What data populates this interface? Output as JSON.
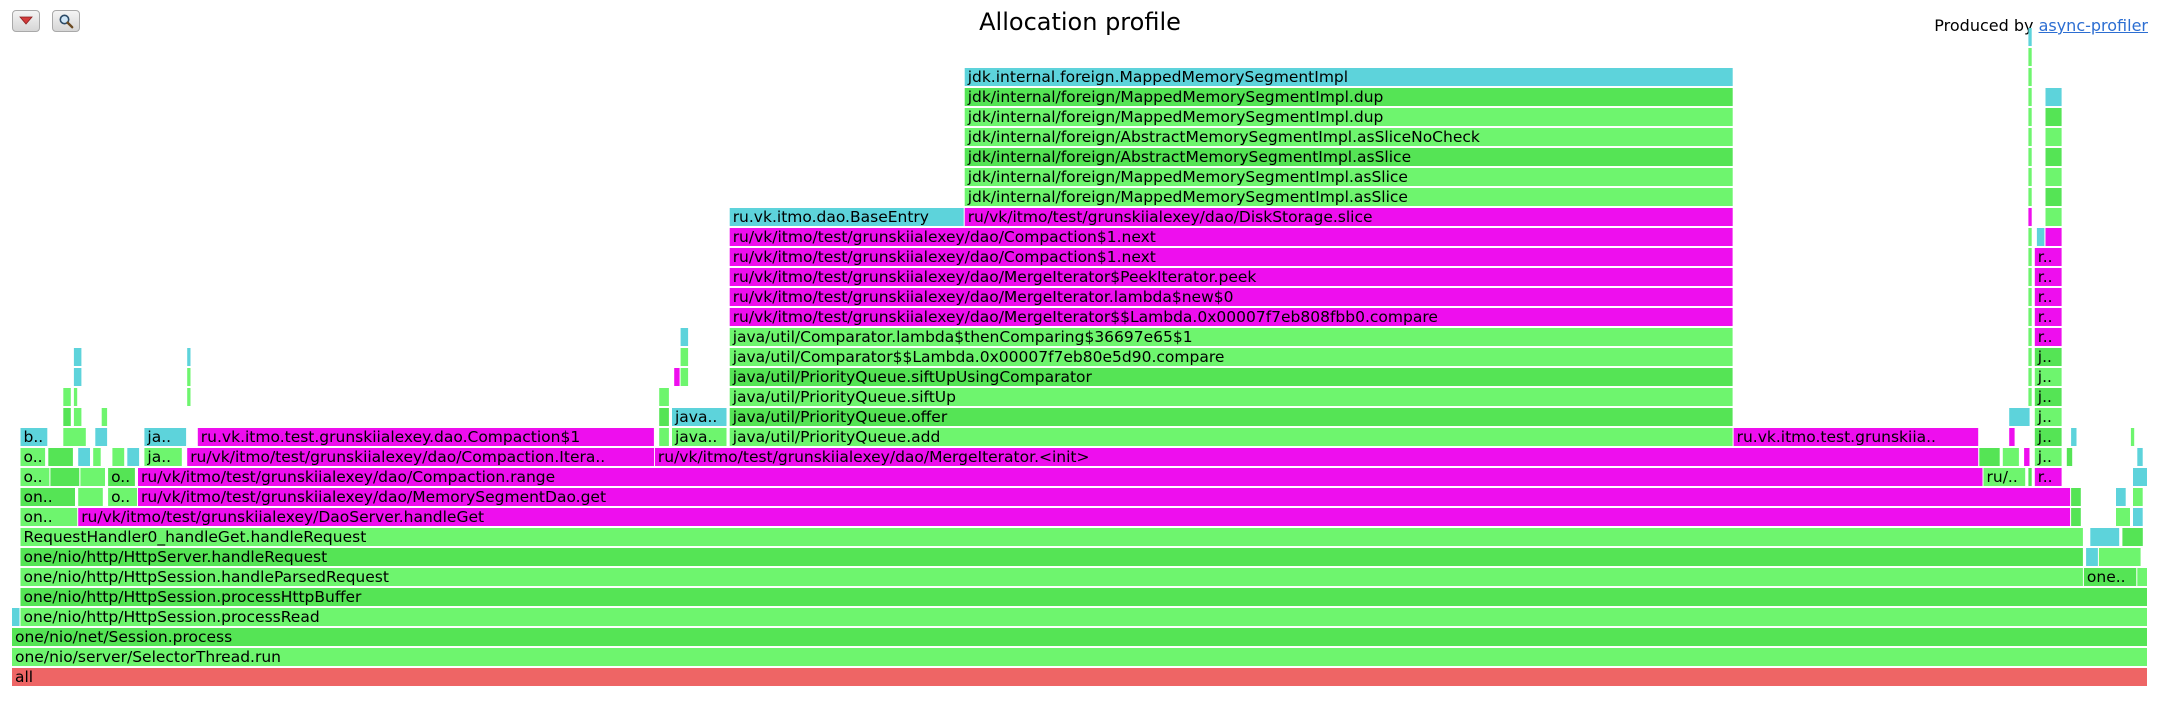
{
  "header": {
    "title": "Allocation profile",
    "produced_by_label": "Produced by",
    "produced_by_link": "async-profiler"
  },
  "toolbar": {
    "reverse_icon": "chevron-down-icon",
    "search_icon": "search-icon"
  },
  "colors": {
    "java": "#6ef56e",
    "java_alt": "#55e455",
    "kernel_alloc_site": "#5dd3db",
    "app_code": "#ee0eee",
    "root": "#ee6565"
  },
  "chart_data": {
    "type": "flame",
    "title": "Allocation profile",
    "axis_note": "x = share of total allocation samples (0..1), depth = stack level (0 = root)",
    "frames": [
      {
        "name": "all",
        "depth": 0,
        "x": 0,
        "w": 1,
        "c": "root"
      },
      {
        "name": "one/nio/server/SelectorThread.run",
        "depth": 1,
        "x": 0,
        "w": 1,
        "c": "java"
      },
      {
        "name": "one/nio/net/Session.process",
        "depth": 2,
        "x": 0,
        "w": 1,
        "c": "java_alt"
      },
      {
        "name": "one/nio/http/HttpSession.processRead",
        "depth": 3,
        "x": 0.004,
        "w": 0.996,
        "c": "java"
      },
      {
        "name": "",
        "depth": 3,
        "x": 0,
        "w": 0.004,
        "c": "kernel_alloc_site"
      },
      {
        "name": "one/nio/http/HttpSession.processHttpBuffer",
        "depth": 4,
        "x": 0.004,
        "w": 0.996,
        "c": "java_alt"
      },
      {
        "name": "one/nio/http/HttpSession.handleParsedRequest",
        "depth": 5,
        "x": 0.004,
        "w": 0.966,
        "c": "java"
      },
      {
        "name": "one..",
        "depth": 5,
        "x": 0.97,
        "w": 0.025,
        "c": "java_alt"
      },
      {
        "name": "",
        "depth": 5,
        "x": 0.995,
        "w": 0.005,
        "c": "java"
      },
      {
        "name": "one/nio/http/HttpServer.handleRequest",
        "depth": 6,
        "x": 0.004,
        "w": 0.966,
        "c": "java_alt"
      },
      {
        "name": "",
        "depth": 6,
        "x": 0.971,
        "w": 0.006,
        "c": "kernel_alloc_site"
      },
      {
        "name": "",
        "depth": 6,
        "x": 0.977,
        "w": 0.02,
        "c": "java"
      },
      {
        "name": "RequestHandler0_handleGet.handleRequest",
        "depth": 7,
        "x": 0.004,
        "w": 0.966,
        "c": "java"
      },
      {
        "name": "",
        "depth": 7,
        "x": 0.973,
        "w": 0.014,
        "c": "kernel_alloc_site"
      },
      {
        "name": "",
        "depth": 7,
        "x": 0.988,
        "w": 0.01,
        "c": "java_alt"
      },
      {
        "name": "on..",
        "depth": 8,
        "x": 0.004,
        "w": 0.027,
        "c": "java"
      },
      {
        "name": "ru/vk/itmo/test/grunskiialexey/DaoServer.handleGet",
        "depth": 8,
        "x": 0.031,
        "w": 0.933,
        "c": "app_code"
      },
      {
        "name": "",
        "depth": 8,
        "x": 0.964,
        "w": 0.005,
        "c": "java_alt"
      },
      {
        "name": "",
        "depth": 8,
        "x": 0.985,
        "w": 0.007,
        "c": "java"
      },
      {
        "name": "",
        "depth": 8,
        "x": 0.993,
        "w": 0.005,
        "c": "kernel_alloc_site"
      },
      {
        "name": "on..",
        "depth": 9,
        "x": 0.004,
        "w": 0.026,
        "c": "java_alt"
      },
      {
        "name": "",
        "depth": 9,
        "x": 0.031,
        "w": 0.012,
        "c": "java"
      },
      {
        "name": "o..",
        "depth": 9,
        "x": 0.045,
        "w": 0.014,
        "c": "java"
      },
      {
        "name": "ru/vk/itmo/test/grunskiialexey/dao/MemorySegmentDao.get",
        "depth": 9,
        "x": 0.059,
        "w": 0.905,
        "c": "app_code"
      },
      {
        "name": "",
        "depth": 9,
        "x": 0.964,
        "w": 0.005,
        "c": "java_alt"
      },
      {
        "name": "",
        "depth": 9,
        "x": 0.985,
        "w": 0.005,
        "c": "kernel_alloc_site"
      },
      {
        "name": "",
        "depth": 9,
        "x": 0.993,
        "w": 0.005,
        "c": "java"
      },
      {
        "name": "o..",
        "depth": 10,
        "x": 0.004,
        "w": 0.014,
        "c": "java"
      },
      {
        "name": "",
        "depth": 10,
        "x": 0.018,
        "w": 0.014,
        "c": "java_alt"
      },
      {
        "name": "",
        "depth": 10,
        "x": 0.032,
        "w": 0.012,
        "c": "java"
      },
      {
        "name": "o..",
        "depth": 10,
        "x": 0.045,
        "w": 0.013,
        "c": "java_alt"
      },
      {
        "name": "ru/vk/itmo/test/grunskiialexey/dao/Compaction.range",
        "depth": 10,
        "x": 0.059,
        "w": 0.864,
        "c": "app_code"
      },
      {
        "name": "ru/..",
        "depth": 10,
        "x": 0.923,
        "w": 0.02,
        "c": "java"
      },
      {
        "name": "",
        "depth": 10,
        "x": 0.944,
        "w": 0.002,
        "c": "java_alt"
      },
      {
        "name": "r..",
        "depth": 10,
        "x": 0.947,
        "w": 0.013,
        "c": "app_code"
      },
      {
        "name": "",
        "depth": 10,
        "x": 0.993,
        "w": 0.007,
        "c": "kernel_alloc_site"
      },
      {
        "name": "o..",
        "depth": 11,
        "x": 0.004,
        "w": 0.012,
        "c": "java"
      },
      {
        "name": "",
        "depth": 11,
        "x": 0.017,
        "w": 0.012,
        "c": "java_alt"
      },
      {
        "name": "",
        "depth": 11,
        "x": 0.031,
        "w": 0.006,
        "c": "kernel_alloc_site"
      },
      {
        "name": "",
        "depth": 11,
        "x": 0.038,
        "w": 0.004,
        "c": "java"
      },
      {
        "name": "",
        "depth": 11,
        "x": 0.047,
        "w": 0.006,
        "c": "java"
      },
      {
        "name": "",
        "depth": 11,
        "x": 0.054,
        "w": 0.006,
        "c": "kernel_alloc_site"
      },
      {
        "name": "ja..",
        "depth": 11,
        "x": 0.062,
        "w": 0.018,
        "c": "java"
      },
      {
        "name": "ru/vk/itmo/test/grunskiialexey/dao/Compaction.Itera..",
        "depth": 11,
        "x": 0.082,
        "w": 0.219,
        "c": "app_code"
      },
      {
        "name": "ru/vk/itmo/test/grunskiialexey/dao/MergeIterator.<init>",
        "depth": 11,
        "x": 0.301,
        "w": 0.62,
        "c": "app_code"
      },
      {
        "name": "",
        "depth": 11,
        "x": 0.921,
        "w": 0.01,
        "c": "java_alt"
      },
      {
        "name": "",
        "depth": 11,
        "x": 0.932,
        "w": 0.008,
        "c": "java"
      },
      {
        "name": "",
        "depth": 11,
        "x": 0.942,
        "w": 0.003,
        "c": "app_code"
      },
      {
        "name": "j..",
        "depth": 11,
        "x": 0.947,
        "w": 0.013,
        "c": "java"
      },
      {
        "name": "",
        "depth": 11,
        "x": 0.962,
        "w": 0.003,
        "c": "java_alt"
      },
      {
        "name": "",
        "depth": 11,
        "x": 0.995,
        "w": 0.003,
        "c": "kernel_alloc_site"
      },
      {
        "name": "b..",
        "depth": 12,
        "x": 0.004,
        "w": 0.013,
        "c": "kernel_alloc_site"
      },
      {
        "name": "",
        "depth": 12,
        "x": 0.024,
        "w": 0.011,
        "c": "java"
      },
      {
        "name": "",
        "depth": 12,
        "x": 0.039,
        "w": 0.006,
        "c": "kernel_alloc_site"
      },
      {
        "name": "ja..",
        "depth": 12,
        "x": 0.062,
        "w": 0.02,
        "c": "kernel_alloc_site"
      },
      {
        "name": "ru.vk.itmo.test.grunskiialexey.dao.Compaction$1",
        "depth": 12,
        "x": 0.087,
        "w": 0.214,
        "c": "app_code"
      },
      {
        "name": "",
        "depth": 12,
        "x": 0.303,
        "w": 0.005,
        "c": "java"
      },
      {
        "name": "java..",
        "depth": 12,
        "x": 0.309,
        "w": 0.026,
        "c": "java"
      },
      {
        "name": "java/util/PriorityQueue.add",
        "depth": 12,
        "x": 0.336,
        "w": 0.47,
        "c": "java"
      },
      {
        "name": "ru.vk.itmo.test.grunskiia..",
        "depth": 12,
        "x": 0.806,
        "w": 0.115,
        "c": "app_code"
      },
      {
        "name": "",
        "depth": 12,
        "x": 0.935,
        "w": 0.003,
        "c": "app_code"
      },
      {
        "name": "j..",
        "depth": 12,
        "x": 0.947,
        "w": 0.013,
        "c": "java_alt"
      },
      {
        "name": "",
        "depth": 12,
        "x": 0.964,
        "w": 0.003,
        "c": "kernel_alloc_site"
      },
      {
        "name": "",
        "depth": 12,
        "x": 0.992,
        "w": 0.002,
        "c": "java"
      },
      {
        "name": "",
        "depth": 13,
        "x": 0.024,
        "w": 0.004,
        "c": "java_alt"
      },
      {
        "name": "",
        "depth": 13,
        "x": 0.029,
        "w": 0.004,
        "c": "java"
      },
      {
        "name": "",
        "depth": 13,
        "x": 0.042,
        "w": 0.003,
        "c": "java"
      },
      {
        "name": "",
        "depth": 13,
        "x": 0.303,
        "w": 0.005,
        "c": "java_alt"
      },
      {
        "name": "java..",
        "depth": 13,
        "x": 0.309,
        "w": 0.026,
        "c": "kernel_alloc_site"
      },
      {
        "name": "java/util/PriorityQueue.offer",
        "depth": 13,
        "x": 0.336,
        "w": 0.47,
        "c": "java_alt"
      },
      {
        "name": "",
        "depth": 13,
        "x": 0.935,
        "w": 0.01,
        "c": "kernel_alloc_site"
      },
      {
        "name": "j..",
        "depth": 13,
        "x": 0.947,
        "w": 0.013,
        "c": "java"
      },
      {
        "name": "",
        "depth": 14,
        "x": 0.024,
        "w": 0.004,
        "c": "java"
      },
      {
        "name": "",
        "depth": 14,
        "x": 0.029,
        "w": 0.002,
        "c": "java"
      },
      {
        "name": "",
        "depth": 14,
        "x": 0.082,
        "w": 0.002,
        "c": "java"
      },
      {
        "name": "",
        "depth": 14,
        "x": 0.303,
        "w": 0.005,
        "c": "java"
      },
      {
        "name": "java/util/PriorityQueue.siftUp",
        "depth": 14,
        "x": 0.336,
        "w": 0.47,
        "c": "java"
      },
      {
        "name": "",
        "depth": 14,
        "x": 0.944,
        "w": 0.002,
        "c": "java"
      },
      {
        "name": "j..",
        "depth": 14,
        "x": 0.947,
        "w": 0.013,
        "c": "java_alt"
      },
      {
        "name": "",
        "depth": 15,
        "x": 0.029,
        "w": 0.004,
        "c": "kernel_alloc_site"
      },
      {
        "name": "",
        "depth": 15,
        "x": 0.082,
        "w": 0.002,
        "c": "java"
      },
      {
        "name": "",
        "depth": 15,
        "x": 0.31,
        "w": 0.003,
        "c": "app_code"
      },
      {
        "name": "",
        "depth": 15,
        "x": 0.313,
        "w": 0.004,
        "c": "java"
      },
      {
        "name": "java/util/PriorityQueue.siftUpUsingComparator",
        "depth": 15,
        "x": 0.336,
        "w": 0.47,
        "c": "java_alt"
      },
      {
        "name": "",
        "depth": 15,
        "x": 0.944,
        "w": 0.002,
        "c": "java"
      },
      {
        "name": "j..",
        "depth": 15,
        "x": 0.947,
        "w": 0.013,
        "c": "java"
      },
      {
        "name": "",
        "depth": 16,
        "x": 0.029,
        "w": 0.004,
        "c": "kernel_alloc_site"
      },
      {
        "name": "",
        "depth": 16,
        "x": 0.082,
        "w": 0.002,
        "c": "kernel_alloc_site"
      },
      {
        "name": "",
        "depth": 16,
        "x": 0.313,
        "w": 0.004,
        "c": "java"
      },
      {
        "name": "java/util/Comparator$$Lambda.0x00007f7eb80e5d90.compare",
        "depth": 16,
        "x": 0.336,
        "w": 0.47,
        "c": "java"
      },
      {
        "name": "",
        "depth": 16,
        "x": 0.944,
        "w": 0.002,
        "c": "java"
      },
      {
        "name": "j..",
        "depth": 16,
        "x": 0.947,
        "w": 0.013,
        "c": "java_alt"
      },
      {
        "name": "",
        "depth": 17,
        "x": 0.313,
        "w": 0.004,
        "c": "kernel_alloc_site"
      },
      {
        "name": "java/util/Comparator.lambda$thenComparing$36697e65$1",
        "depth": 17,
        "x": 0.336,
        "w": 0.47,
        "c": "java"
      },
      {
        "name": "",
        "depth": 17,
        "x": 0.944,
        "w": 0.002,
        "c": "java"
      },
      {
        "name": "r..",
        "depth": 17,
        "x": 0.947,
        "w": 0.013,
        "c": "app_code"
      },
      {
        "name": "ru/vk/itmo/test/grunskiialexey/dao/MergeIterator$$Lambda.0x00007f7eb808fbb0.compare",
        "depth": 18,
        "x": 0.336,
        "w": 0.47,
        "c": "app_code"
      },
      {
        "name": "",
        "depth": 18,
        "x": 0.944,
        "w": 0.002,
        "c": "java"
      },
      {
        "name": "r..",
        "depth": 18,
        "x": 0.947,
        "w": 0.013,
        "c": "app_code"
      },
      {
        "name": "ru/vk/itmo/test/grunskiialexey/dao/MergeIterator.lambda$new$0",
        "depth": 19,
        "x": 0.336,
        "w": 0.47,
        "c": "app_code"
      },
      {
        "name": "",
        "depth": 19,
        "x": 0.944,
        "w": 0.002,
        "c": "java"
      },
      {
        "name": "r..",
        "depth": 19,
        "x": 0.947,
        "w": 0.013,
        "c": "app_code"
      },
      {
        "name": "ru/vk/itmo/test/grunskiialexey/dao/MergeIterator$PeekIterator.peek",
        "depth": 20,
        "x": 0.336,
        "w": 0.47,
        "c": "app_code"
      },
      {
        "name": "",
        "depth": 20,
        "x": 0.944,
        "w": 0.002,
        "c": "java"
      },
      {
        "name": "r..",
        "depth": 20,
        "x": 0.947,
        "w": 0.013,
        "c": "app_code"
      },
      {
        "name": "ru/vk/itmo/test/grunskiialexey/dao/Compaction$1.next",
        "depth": 21,
        "x": 0.336,
        "w": 0.47,
        "c": "app_code"
      },
      {
        "name": "",
        "depth": 21,
        "x": 0.944,
        "w": 0.002,
        "c": "java"
      },
      {
        "name": "r..",
        "depth": 21,
        "x": 0.947,
        "w": 0.013,
        "c": "app_code"
      },
      {
        "name": "ru/vk/itmo/test/grunskiialexey/dao/Compaction$1.next",
        "depth": 22,
        "x": 0.336,
        "w": 0.47,
        "c": "app_code"
      },
      {
        "name": "",
        "depth": 22,
        "x": 0.944,
        "w": 0.002,
        "c": "java"
      },
      {
        "name": "",
        "depth": 22,
        "x": 0.948,
        "w": 0.004,
        "c": "kernel_alloc_site"
      },
      {
        "name": "",
        "depth": 22,
        "x": 0.952,
        "w": 0.008,
        "c": "app_code"
      },
      {
        "name": "ru.vk.itmo.dao.BaseEntry",
        "depth": 23,
        "x": 0.336,
        "w": 0.11,
        "c": "kernel_alloc_site"
      },
      {
        "name": "ru/vk/itmo/test/grunskiialexey/dao/DiskStorage.slice",
        "depth": 23,
        "x": 0.446,
        "w": 0.36,
        "c": "app_code"
      },
      {
        "name": "",
        "depth": 23,
        "x": 0.944,
        "w": 0.002,
        "c": "app_code"
      },
      {
        "name": "",
        "depth": 23,
        "x": 0.952,
        "w": 0.008,
        "c": "java"
      },
      {
        "name": "jdk/internal/foreign/MappedMemorySegmentImpl.asSlice",
        "depth": 24,
        "x": 0.446,
        "w": 0.36,
        "c": "java"
      },
      {
        "name": "",
        "depth": 24,
        "x": 0.944,
        "w": 0.002,
        "c": "java"
      },
      {
        "name": "",
        "depth": 24,
        "x": 0.952,
        "w": 0.008,
        "c": "java_alt"
      },
      {
        "name": "jdk/internal/foreign/MappedMemorySegmentImpl.asSlice",
        "depth": 25,
        "x": 0.446,
        "w": 0.36,
        "c": "java"
      },
      {
        "name": "",
        "depth": 25,
        "x": 0.944,
        "w": 0.002,
        "c": "java"
      },
      {
        "name": "",
        "depth": 25,
        "x": 0.952,
        "w": 0.008,
        "c": "java"
      },
      {
        "name": "jdk/internal/foreign/AbstractMemorySegmentImpl.asSlice",
        "depth": 26,
        "x": 0.446,
        "w": 0.36,
        "c": "java_alt"
      },
      {
        "name": "",
        "depth": 26,
        "x": 0.944,
        "w": 0.002,
        "c": "java"
      },
      {
        "name": "",
        "depth": 26,
        "x": 0.952,
        "w": 0.008,
        "c": "java_alt"
      },
      {
        "name": "jdk/internal/foreign/AbstractMemorySegmentImpl.asSliceNoCheck",
        "depth": 27,
        "x": 0.446,
        "w": 0.36,
        "c": "java"
      },
      {
        "name": "",
        "depth": 27,
        "x": 0.944,
        "w": 0.002,
        "c": "java"
      },
      {
        "name": "",
        "depth": 27,
        "x": 0.952,
        "w": 0.008,
        "c": "java"
      },
      {
        "name": "jdk/internal/foreign/MappedMemorySegmentImpl.dup",
        "depth": 28,
        "x": 0.446,
        "w": 0.36,
        "c": "java"
      },
      {
        "name": "",
        "depth": 28,
        "x": 0.944,
        "w": 0.002,
        "c": "java"
      },
      {
        "name": "",
        "depth": 28,
        "x": 0.952,
        "w": 0.008,
        "c": "java_alt"
      },
      {
        "name": "jdk/internal/foreign/MappedMemorySegmentImpl.dup",
        "depth": 29,
        "x": 0.446,
        "w": 0.36,
        "c": "java_alt"
      },
      {
        "name": "",
        "depth": 29,
        "x": 0.944,
        "w": 0.002,
        "c": "java"
      },
      {
        "name": "",
        "depth": 29,
        "x": 0.952,
        "w": 0.008,
        "c": "kernel_alloc_site"
      },
      {
        "name": "jdk.internal.foreign.MappedMemorySegmentImpl",
        "depth": 30,
        "x": 0.446,
        "w": 0.36,
        "c": "kernel_alloc_site"
      },
      {
        "name": "",
        "depth": 30,
        "x": 0.944,
        "w": 0.002,
        "c": "java"
      },
      {
        "name": "",
        "depth": 31,
        "x": 0.944,
        "w": 0.002,
        "c": "java"
      },
      {
        "name": "",
        "depth": 32,
        "x": 0.944,
        "w": 0.002,
        "c": "kernel_alloc_site"
      }
    ]
  }
}
